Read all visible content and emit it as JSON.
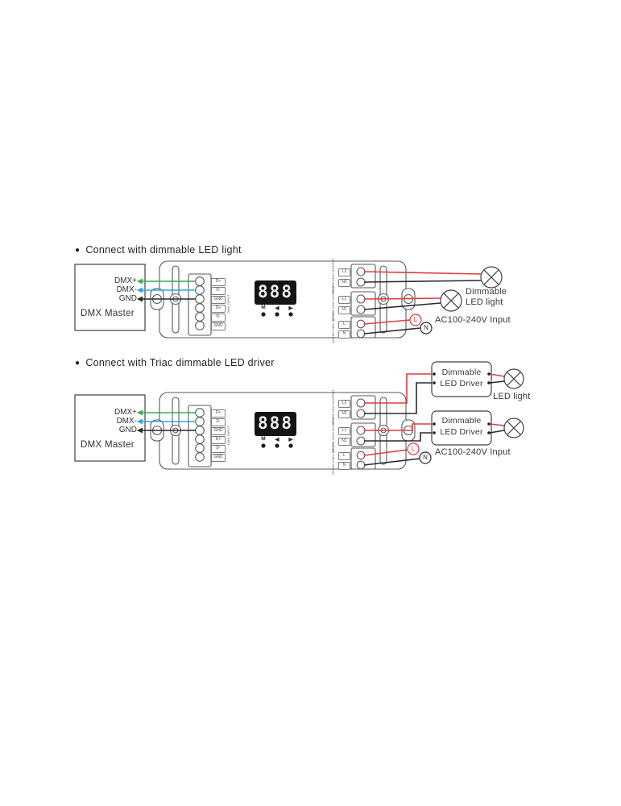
{
  "colors": {
    "wire_dmx_plus": "#3aae49",
    "wire_dmx_minus": "#2aa9e0",
    "wire_ground": "#2b2b2d",
    "wire_live": "#e23a3f",
    "outline": "#58595b",
    "display_bg": "#141416",
    "display_digits": "#ededed"
  },
  "device": {
    "dmx_pins": [
      "D+",
      "D-",
      "GND",
      "D+",
      "D-",
      "GND"
    ],
    "dmx_port_label": "DMX INPUT",
    "display": "888",
    "buttons": [
      "M",
      "◀",
      "▶"
    ],
    "ports": [
      {
        "label": "AC100-240V OUTPUT 2",
        "pins": [
          "L2",
          "N2"
        ]
      },
      {
        "label": "AC100-240V OUTPUT 1",
        "pins": [
          "L1",
          "N1"
        ]
      },
      {
        "label": "AC100-240V INPUT",
        "pins": [
          "L",
          "N"
        ]
      }
    ]
  },
  "section1": {
    "bullet": "●",
    "title": "Connect with dimmable LED light",
    "master": {
      "pins": [
        "DMX+",
        "DMX-",
        "GND"
      ],
      "label": "DMX Master"
    },
    "notes": {
      "led_line1": "Dimmable",
      "led_line2": "LED light",
      "ac": "AC100-240V Input",
      "live": "L",
      "neutral": "N"
    }
  },
  "section2": {
    "bullet": "●",
    "title": "Connect with Triac dimmable LED driver",
    "master": {
      "pins": [
        "DMX+",
        "DMX-",
        "GND"
      ],
      "label": "DMX Master"
    },
    "drivers": [
      {
        "line1": "Dimmable",
        "line2": "LED Driver"
      },
      {
        "line1": "Dimmable",
        "line2": "LED Driver"
      }
    ],
    "notes": {
      "led_label": "LED light",
      "ac": "AC100-240V Input",
      "live": "L",
      "neutral": "N"
    }
  }
}
